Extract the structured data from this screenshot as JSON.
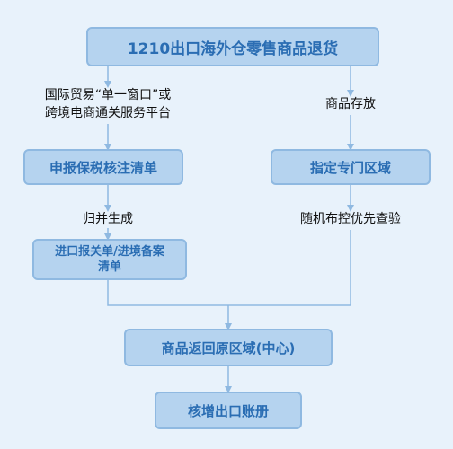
{
  "diagram": {
    "title": "1210出口海外仓零售商品退货",
    "left_label_line1": "国际贸易“单一窗口”或",
    "left_label_line2": "跨境电商通关服务平台",
    "right_label1": "商品存放",
    "box_declare": "申报保税核注清单",
    "box_zone": "指定专门区域",
    "left_label2": "归并生成",
    "right_label2": "随机布控优先查验",
    "box_import_line1": "进口报关单/进境备案",
    "box_import_line2": "清单",
    "box_return": "商品返回原区域(中心)",
    "box_ledger": "核增出口账册"
  },
  "colors": {
    "background": "#e8f2fb",
    "box_fill": "#b5d3ef",
    "box_border": "#8fb9e1",
    "box_text": "#2a6db3",
    "arrow": "#8fb9e1"
  }
}
